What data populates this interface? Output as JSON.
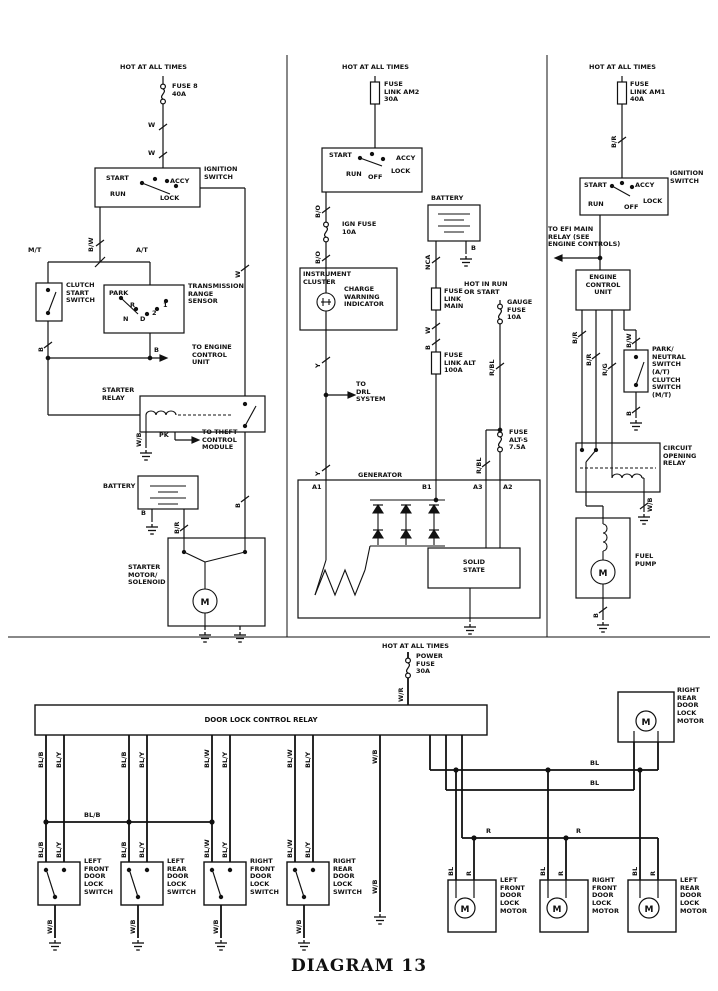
{
  "title": "DIAGRAM 13",
  "sym": {
    "m": "M"
  },
  "wires": {
    "w": "W",
    "b": "B",
    "bw": "B/W",
    "br": "B/R",
    "wb": "W/B",
    "bo": "B/O",
    "y": "Y",
    "nca": "NCA",
    "rbl": "R/BL",
    "rg": "R/G",
    "wr": "W/R",
    "pk": "PK",
    "bl": "BL",
    "r": "R",
    "blb": "BL/B",
    "bly": "BL/Y",
    "blw": "BL/W"
  },
  "left": {
    "hot": "HOT AT ALL TIMES",
    "fuse8": "FUSE 8\n40A",
    "ignition_switch": "IGNITION\nSWITCH",
    "start": "START",
    "accy": "ACCY",
    "run": "RUN",
    "lock": "LOCK",
    "mt": "M/T",
    "at": "A/T",
    "clutch_start_switch": "CLUTCH\nSTART\nSWITCH",
    "trans_range_sensor": "TRANSMISSION\nRANGE\nSENSOR",
    "park": "PARK",
    "pos_r": "R",
    "pos_n": "N",
    "pos_d": "D",
    "pos_2": "2",
    "pos_1": "1",
    "to_engine_control_unit": "TO ENGINE\nCONTROL\nUNIT",
    "starter_relay": "STARTER\nRELAY",
    "to_theft": "TO THEFT\nCONTROL\nMODULE",
    "battery": "BATTERY",
    "starter_motor": "STARTER\nMOTOR/\nSOLENOID"
  },
  "middle": {
    "hot": "HOT AT ALL TIMES",
    "fuse_am2": "FUSE\nLINK AM2\n30A",
    "start": "START",
    "accy": "ACCY",
    "run": "RUN",
    "off": "OFF",
    "lock": "LOCK",
    "ign_fuse": "IGN FUSE\n10A",
    "instrument_cluster": "INSTRUMENT\nCLUSTER",
    "charge_warning": "CHARGE\nWARNING\nINDICATOR",
    "to_drl": "TO\nDRL\nSYSTEM",
    "battery": "BATTERY",
    "fuse_main": "FUSE\nLINK\nMAIN",
    "fuse_alt": "FUSE\nLINK ALT\n100A",
    "hot_run_start": "HOT IN RUN\nOR START",
    "gauge_fuse": "GAUGE\nFUSE\n10A",
    "fuse_alt_s": "FUSE\nALT-S\n7.5A",
    "generator": "GENERATOR",
    "solid_state": "SOLID\nSTATE",
    "t_a1": "A1",
    "t_b1": "B1",
    "t_a3": "A3",
    "t_a2": "A2"
  },
  "right": {
    "hot": "HOT AT ALL TIMES",
    "fuse_am1": "FUSE\nLINK AM1\n40A",
    "ignition_switch": "IGNITION\nSWITCH",
    "start": "START",
    "accy": "ACCY",
    "run": "RUN",
    "off": "OFF",
    "lock": "LOCK",
    "to_efi": "TO EFI MAIN\nRELAY (SEE\nENGINE CONTROLS)",
    "engine_control_unit": "ENGINE\nCONTROL\nUNIT",
    "park_neutral": "PARK/\nNEUTRAL\nSWITCH\n(A/T)\nCLUTCH\nSWITCH\n(M/T)",
    "circuit_opening_relay": "CIRCUIT\nOPENING\nRELAY",
    "fuel_pump": "FUEL\nPUMP"
  },
  "bottom": {
    "hot": "HOT AT ALL TIMES",
    "power_fuse": "POWER\nFUSE\n30A",
    "door_lock_relay": "DOOR LOCK CONTROL RELAY",
    "lf_switch": "LEFT\nFRONT\nDOOR\nLOCK\nSWITCH",
    "lr_switch": "LEFT\nREAR\nDOOR\nLOCK\nSWITCH",
    "rf_switch": "RIGHT\nFRONT\nDOOR\nLOCK\nSWITCH",
    "rr_switch": "RIGHT\nREAR\nDOOR\nLOCK\nSWITCH",
    "rr_motor": "RIGHT\nREAR\nDOOR\nLOCK\nMOTOR",
    "lf_motor": "LEFT\nFRONT\nDOOR\nLOCK\nMOTOR",
    "rf_motor": "RIGHT\nFRONT\nDOOR\nLOCK\nMOTOR",
    "lr_motor": "LEFT\nREAR\nDOOR\nLOCK\nMOTOR"
  }
}
